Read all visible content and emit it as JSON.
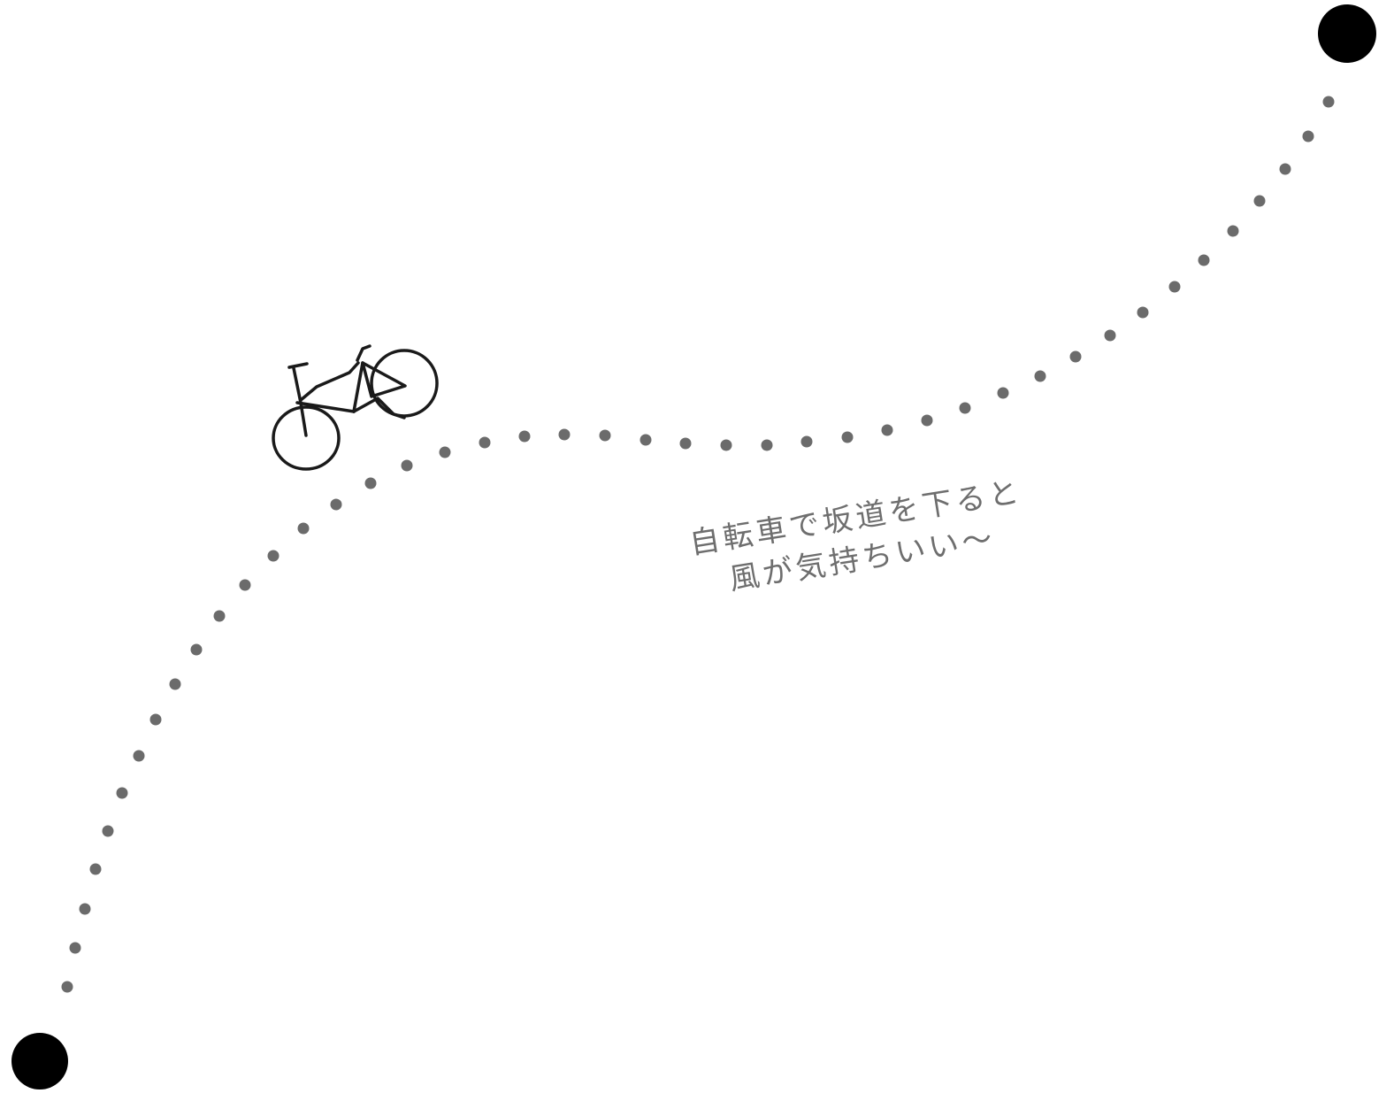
{
  "caption": {
    "line1": "自転車で坂道を下ると",
    "line2": "風が気持ちいい〜"
  },
  "colors": {
    "background": "#ffffff",
    "dots": "#6b6b6b",
    "endpoints": "#000000",
    "bicycle": "#1a1a1a",
    "caption": "#6e6e6e"
  },
  "icons": {
    "bicycle": "bicycle-icon",
    "start": "endpoint-dot",
    "end": "endpoint-dot"
  }
}
